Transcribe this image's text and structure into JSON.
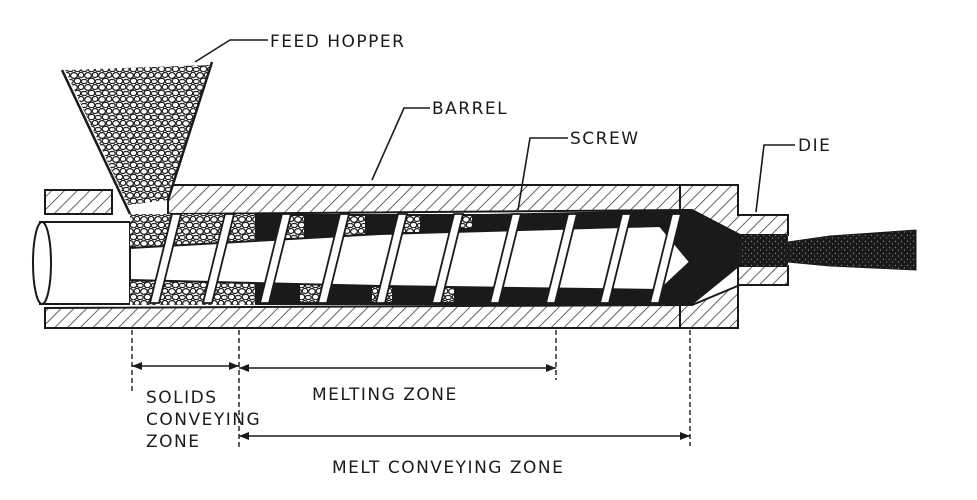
{
  "diagram": {
    "labels": {
      "feed_hopper": "FEED HOPPER",
      "barrel": "BARREL",
      "screw": "SCREW",
      "die": "DIE"
    },
    "zones": {
      "solids_line1": "SOLIDS",
      "solids_line2": "CONVEYING",
      "solids_line3": "ZONE",
      "melting": "MELTING ZONE",
      "melt_conveying": "MELT CONVEYING ZONE"
    }
  }
}
